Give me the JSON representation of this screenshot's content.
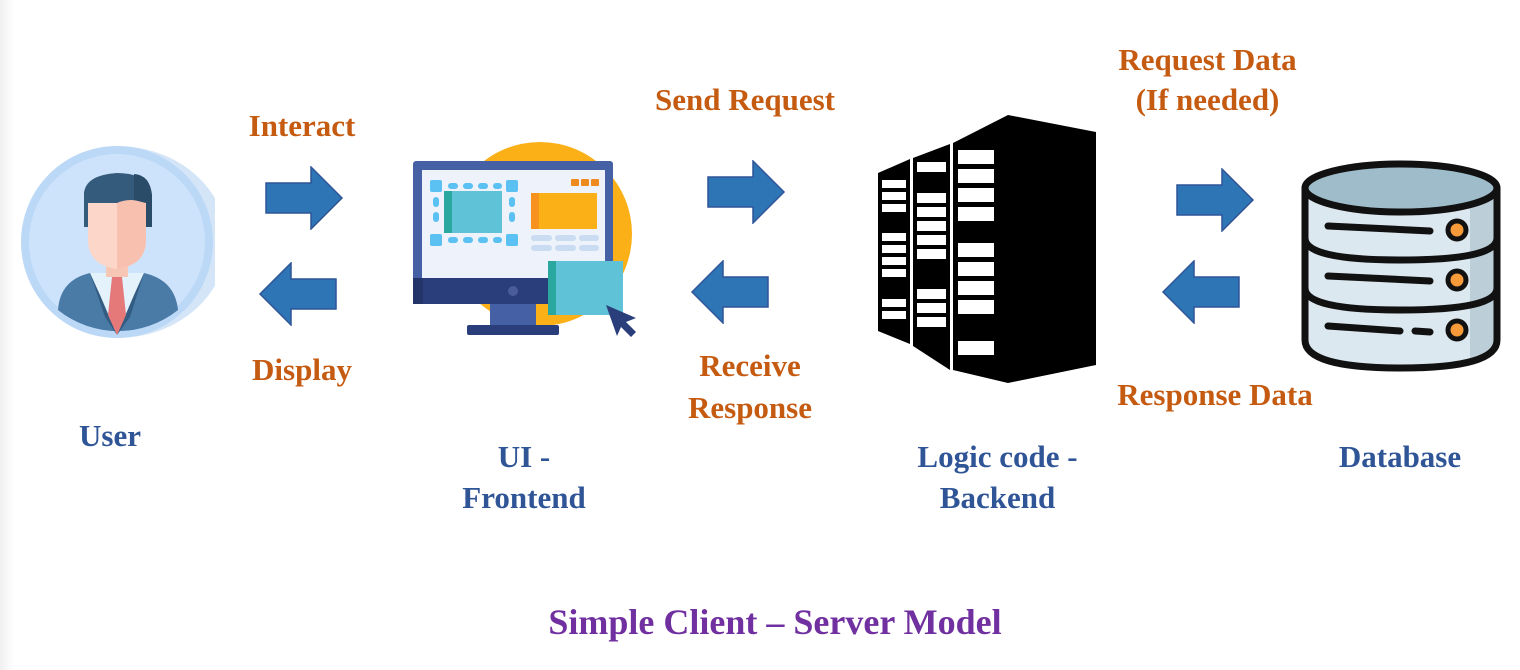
{
  "nodes": {
    "user": {
      "label": "User",
      "icon": "user-avatar-icon"
    },
    "frontend": {
      "label_line1": "UI -",
      "label_line2": "Frontend",
      "icon": "monitor-ui-icon"
    },
    "backend": {
      "label_line1": "Logic code -",
      "label_line2": "Backend",
      "icon": "server-rack-icon"
    },
    "database": {
      "label": "Database",
      "icon": "database-icon"
    }
  },
  "edges": {
    "interact": {
      "label": "Interact",
      "direction": "right"
    },
    "display": {
      "label": "Display",
      "direction": "left"
    },
    "send_request": {
      "label": "Send Request",
      "direction": "right"
    },
    "receive_response": {
      "label_line1": "Receive",
      "label_line2": "Response",
      "direction": "left"
    },
    "request_data": {
      "label_line1": "Request Data",
      "label_line2": "(If needed)",
      "direction": "right"
    },
    "response_data": {
      "label": "Response Data",
      "direction": "left"
    }
  },
  "title": "Simple Client – Server Model",
  "colors": {
    "edge_label": "#c55a11",
    "node_label": "#2f5597",
    "title": "#7030a0",
    "arrow_fill": "#2e75b6",
    "arrow_stroke": "#2f5597"
  }
}
